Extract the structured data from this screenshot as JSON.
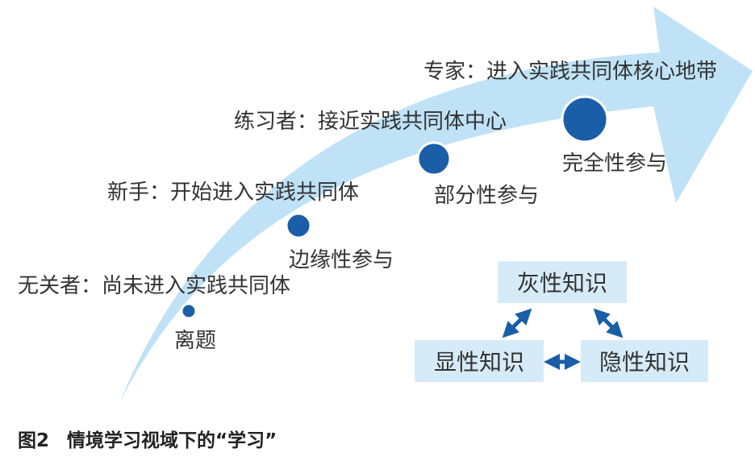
{
  "stages": [
    {
      "level_label": "无关者：尚未进入实践共同体",
      "participation": "离题"
    },
    {
      "level_label": "新手：开始进入实践共同体",
      "participation": "边缘性参与"
    },
    {
      "level_label": "练习者：接近实践共同体中心",
      "participation": "部分性参与"
    },
    {
      "level_label": "专家：进入实践共同体核心地带",
      "participation": "完全性参与"
    }
  ],
  "knowledge": {
    "gray": "灰性知识",
    "explicit": "显性知识",
    "tacit": "隐性知识"
  },
  "caption": {
    "number": "图2",
    "title": "情境学习视域下的“学习”"
  },
  "colors": {
    "arrow_fill": "#bfe2f6",
    "dot_fill": "#1a5ea8",
    "box_fill": "#d6ebf8",
    "connector": "#1a5ea8"
  }
}
